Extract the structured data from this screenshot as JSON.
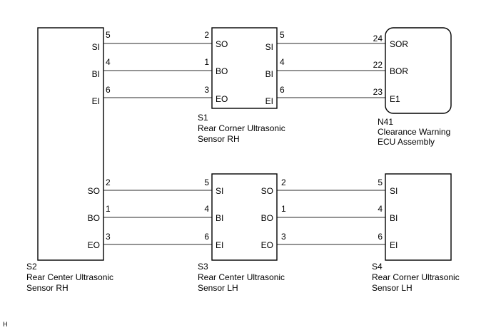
{
  "diagram": {
    "components": [
      {
        "id": "S2",
        "code": "S2",
        "name_line1": "Rear Center Ultrasonic",
        "name_line2": "Sensor RH",
        "pins_right": [
          {
            "name": "SI",
            "num": "5"
          },
          {
            "name": "BI",
            "num": "4"
          },
          {
            "name": "EI",
            "num": "6"
          },
          {
            "name": "SO",
            "num": "2"
          },
          {
            "name": "BO",
            "num": "1"
          },
          {
            "name": "EO",
            "num": "3"
          }
        ]
      },
      {
        "id": "S1",
        "code": "S1",
        "name_line1": "Rear Corner Ultrasonic",
        "name_line2": "Sensor RH",
        "pins_left": [
          {
            "name": "SO",
            "num": "2"
          },
          {
            "name": "BO",
            "num": "1"
          },
          {
            "name": "EO",
            "num": "3"
          }
        ],
        "pins_right": [
          {
            "name": "SI",
            "num": "5"
          },
          {
            "name": "BI",
            "num": "4"
          },
          {
            "name": "EI",
            "num": "6"
          }
        ]
      },
      {
        "id": "N41",
        "code": "N41",
        "name_line1": "Clearance Warning",
        "name_line2": "ECU Assembly",
        "pins_left": [
          {
            "name": "SOR",
            "num": "24"
          },
          {
            "name": "BOR",
            "num": "22"
          },
          {
            "name": "E1",
            "num": "23"
          }
        ]
      },
      {
        "id": "S3",
        "code": "S3",
        "name_line1": "Rear Center Ultrasonic",
        "name_line2": "Sensor LH",
        "pins_left": [
          {
            "name": "SI",
            "num": "5"
          },
          {
            "name": "BI",
            "num": "4"
          },
          {
            "name": "EI",
            "num": "6"
          }
        ],
        "pins_right": [
          {
            "name": "SO",
            "num": "2"
          },
          {
            "name": "BO",
            "num": "1"
          },
          {
            "name": "EO",
            "num": "3"
          }
        ]
      },
      {
        "id": "S4",
        "code": "S4",
        "name_line1": "Rear Corner Ultrasonic",
        "name_line2": "Sensor LH",
        "pins_left": [
          {
            "name": "SI",
            "num": "5"
          },
          {
            "name": "BI",
            "num": "4"
          },
          {
            "name": "EI",
            "num": "6"
          }
        ]
      }
    ],
    "connections": [
      {
        "from": "S2.SI",
        "to": "S1.SO"
      },
      {
        "from": "S2.BI",
        "to": "S1.BO"
      },
      {
        "from": "S2.EI",
        "to": "S1.EO"
      },
      {
        "from": "S1.SI",
        "to": "N41.SOR"
      },
      {
        "from": "S1.BI",
        "to": "N41.BOR"
      },
      {
        "from": "S1.EI",
        "to": "N41.E1"
      },
      {
        "from": "S2.SO",
        "to": "S3.SI"
      },
      {
        "from": "S2.BO",
        "to": "S3.BI"
      },
      {
        "from": "S2.EO",
        "to": "S3.EI"
      },
      {
        "from": "S3.SO",
        "to": "S4.SI"
      },
      {
        "from": "S3.BO",
        "to": "S4.BI"
      },
      {
        "from": "S3.EO",
        "to": "S4.EI"
      }
    ],
    "corner_mark": "H"
  }
}
